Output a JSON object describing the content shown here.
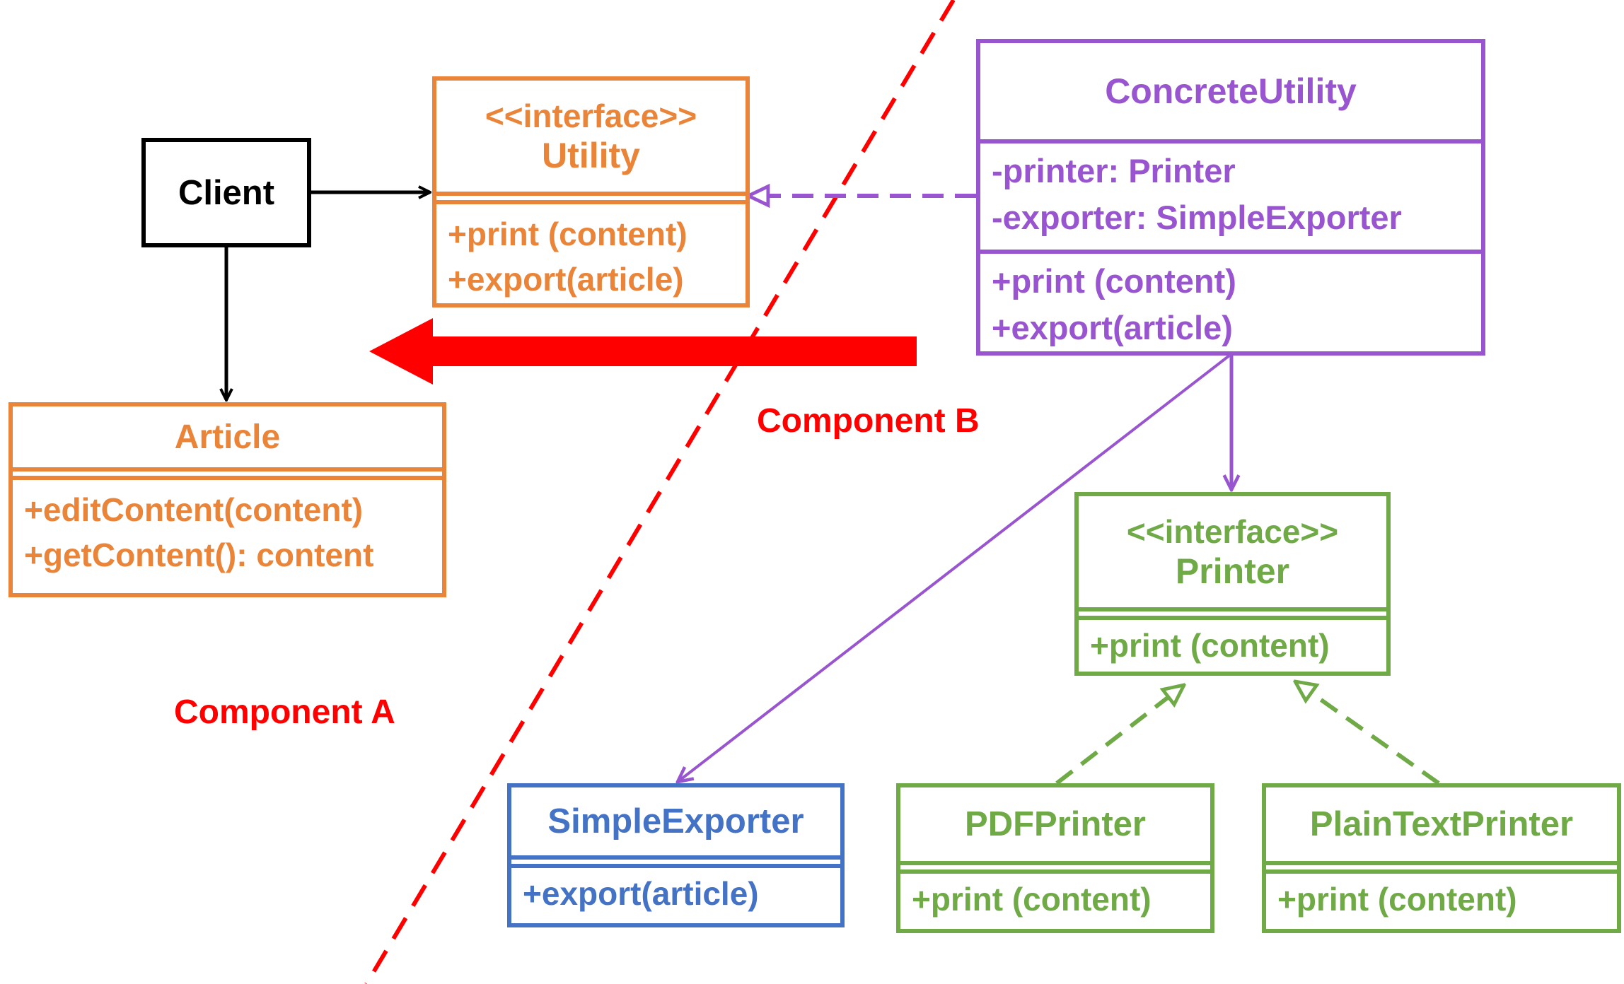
{
  "colors": {
    "component_a": "#ea8438",
    "component_b": "#9855cf",
    "printer_family": "#6faa47",
    "exporter": "#4472c4",
    "boundary": "#ff0000",
    "client": "#000000"
  },
  "classes": {
    "client": {
      "name": "Client"
    },
    "utility": {
      "stereotype": "<<interface>>",
      "name": "Utility",
      "methods": [
        "+print (content)",
        "+export(article)"
      ]
    },
    "article": {
      "name": "Article",
      "methods": [
        "+editContent(content)",
        "+getContent(): content"
      ]
    },
    "concrete_utility": {
      "name": "ConcreteUtility",
      "attributes": [
        "-printer: Printer",
        "-exporter: SimpleExporter"
      ],
      "methods": [
        "+print (content)",
        "+export(article)"
      ]
    },
    "printer": {
      "stereotype": "<<interface>>",
      "name": "Printer",
      "methods": [
        "+print (content)"
      ]
    },
    "simple_exporter": {
      "name": "SimpleExporter",
      "methods": [
        "+export(article)"
      ]
    },
    "pdf_printer": {
      "name": "PDFPrinter",
      "methods": [
        "+print (content)"
      ]
    },
    "plain_text_printer": {
      "name": "PlainTextPrinter",
      "methods": [
        "+print (content)"
      ]
    }
  },
  "components": {
    "a": "Component  A",
    "b": "Component  B"
  },
  "relations": [
    {
      "from": "Client",
      "to": "Utility",
      "kind": "association"
    },
    {
      "from": "Client",
      "to": "Article",
      "kind": "association"
    },
    {
      "from": "ConcreteUtility",
      "to": "Utility",
      "kind": "realization"
    },
    {
      "from": "ConcreteUtility",
      "to": "Printer",
      "kind": "association"
    },
    {
      "from": "ConcreteUtility",
      "to": "SimpleExporter",
      "kind": "association"
    },
    {
      "from": "PDFPrinter",
      "to": "Printer",
      "kind": "realization"
    },
    {
      "from": "PlainTextPrinter",
      "to": "Printer",
      "kind": "realization"
    }
  ]
}
